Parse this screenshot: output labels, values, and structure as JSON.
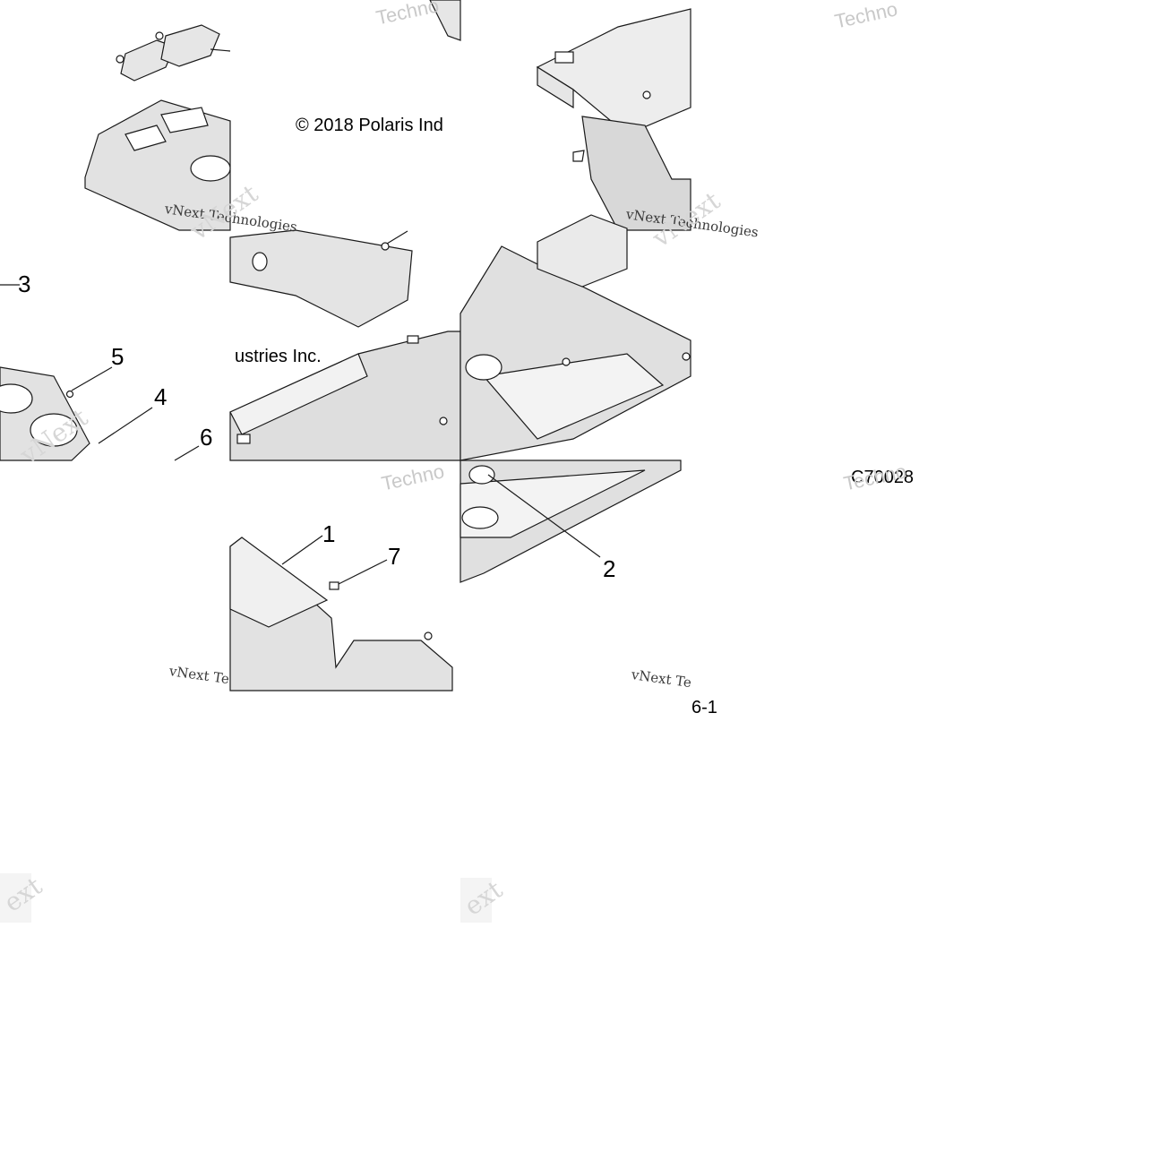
{
  "diagram": {
    "copyright": "© 2018 Polaris Ind",
    "copyright_cont": "ustries Inc.",
    "figure_code": "C70028",
    "page_ref": "6-1",
    "callouts": [
      "1",
      "2",
      "3",
      "4",
      "5",
      "6",
      "7"
    ],
    "watermark": {
      "brand_sans": "Techno",
      "brand_serif": "vNext Technologies",
      "brand_serif_cut": "vNext Te",
      "brand_big": "vNext",
      "brand_frag": "ext"
    },
    "colors": {
      "line": "#1a1a1a",
      "panel_fill": "#e6e6e6",
      "panel_shade": "#d0d0d0",
      "watermark": "#c9c9c9"
    }
  }
}
